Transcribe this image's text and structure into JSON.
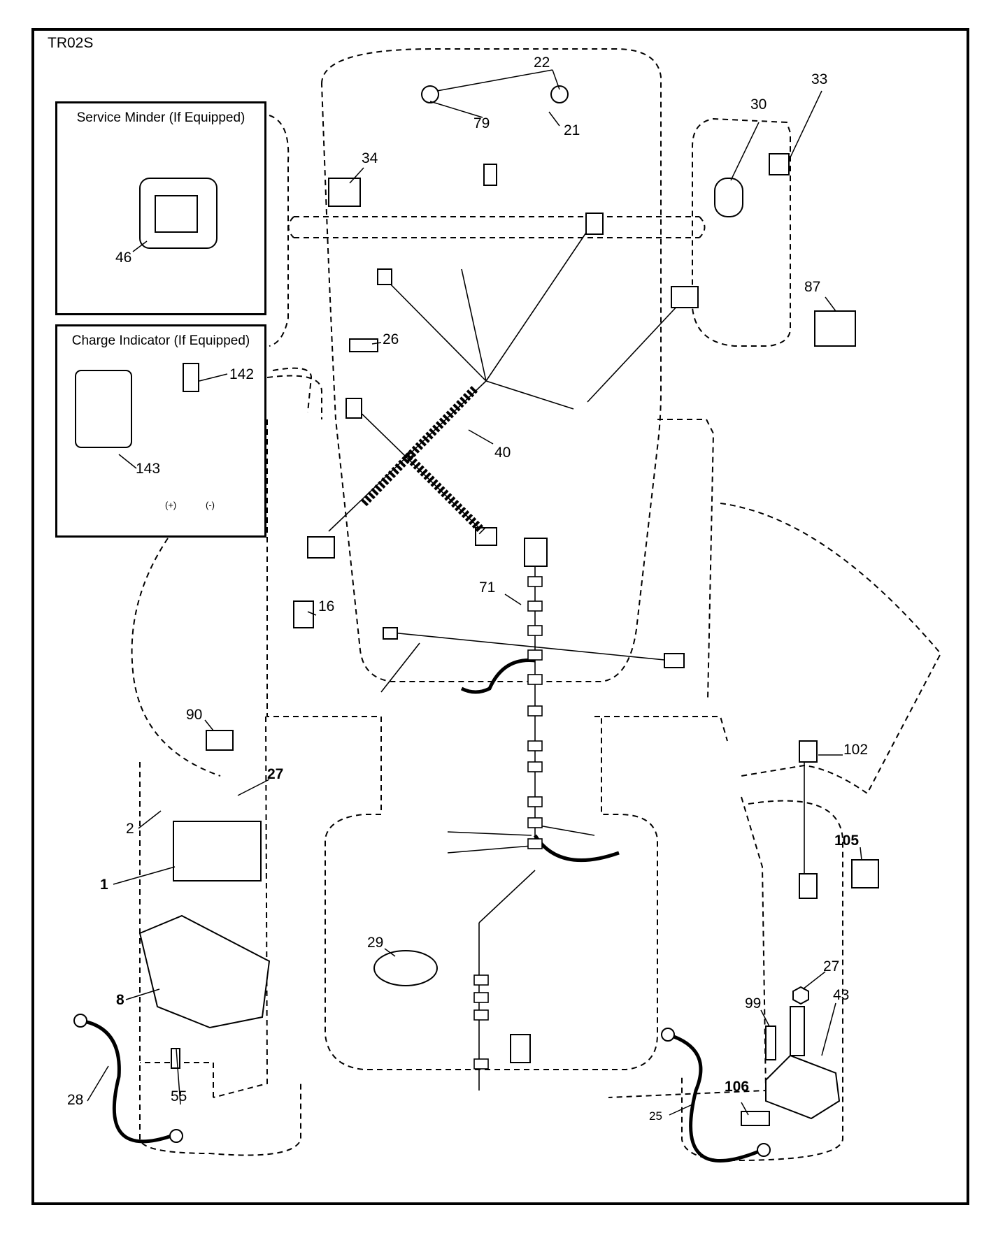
{
  "diagram_code": "TR02S",
  "insets": {
    "service_minder": {
      "title": "Service Minder (If Equipped)"
    },
    "charge_indicator": {
      "title": "Charge Indicator (If Equipped)",
      "plus": "(+)",
      "minus": "(-)"
    }
  },
  "callouts": [
    {
      "id": "c22",
      "text": "22",
      "bold": false
    },
    {
      "id": "c79",
      "text": "79",
      "bold": false
    },
    {
      "id": "c21",
      "text": "21",
      "bold": false
    },
    {
      "id": "c33",
      "text": "33",
      "bold": false
    },
    {
      "id": "c30",
      "text": "30",
      "bold": false
    },
    {
      "id": "c34",
      "text": "34",
      "bold": false
    },
    {
      "id": "c46",
      "text": "46",
      "bold": false
    },
    {
      "id": "c87",
      "text": "87",
      "bold": false
    },
    {
      "id": "c26",
      "text": "26",
      "bold": false
    },
    {
      "id": "c142",
      "text": "142",
      "bold": false
    },
    {
      "id": "c143",
      "text": "143",
      "bold": false
    },
    {
      "id": "c40",
      "text": "40",
      "bold": false
    },
    {
      "id": "c71",
      "text": "71",
      "bold": false
    },
    {
      "id": "c16",
      "text": "16",
      "bold": false
    },
    {
      "id": "c90",
      "text": "90",
      "bold": false
    },
    {
      "id": "c27a",
      "text": "27",
      "bold": true
    },
    {
      "id": "c2",
      "text": "2",
      "bold": false
    },
    {
      "id": "c1",
      "text": "1",
      "bold": true
    },
    {
      "id": "c102",
      "text": "102",
      "bold": false
    },
    {
      "id": "c105",
      "text": "105",
      "bold": true
    },
    {
      "id": "c29",
      "text": "29",
      "bold": false
    },
    {
      "id": "c8",
      "text": "8",
      "bold": true
    },
    {
      "id": "c27b",
      "text": "27",
      "bold": false
    },
    {
      "id": "c43",
      "text": "43",
      "bold": false
    },
    {
      "id": "c99",
      "text": "99",
      "bold": false
    },
    {
      "id": "c28",
      "text": "28",
      "bold": false
    },
    {
      "id": "c55",
      "text": "55",
      "bold": false
    },
    {
      "id": "c106",
      "text": "106",
      "bold": true
    },
    {
      "id": "c25",
      "text": "25",
      "bold": false
    }
  ]
}
